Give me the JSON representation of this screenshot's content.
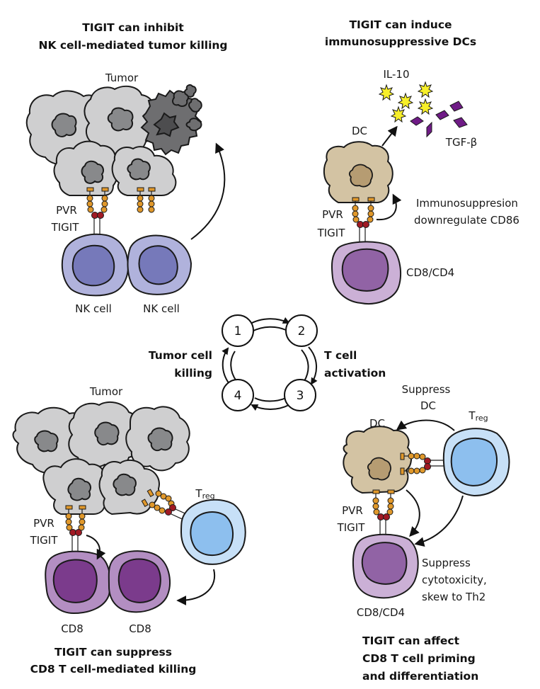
{
  "panels": {
    "nk": {
      "title_line1": "TIGIT can inhibit",
      "title_line2": "NK cell-mediated tumor killing",
      "tumor_label": "Tumor",
      "pvr_label": "PVR",
      "tigit_label": "TIGIT",
      "cell1_label": "NK cell",
      "cell2_label": "NK cell"
    },
    "dc": {
      "title_line1": "TIGIT can induce",
      "title_line2": "immunosuppressive DCs",
      "il10_label": "IL-10",
      "tgfb_label": "TGF-β",
      "dc_label": "DC",
      "pvr_label": "PVR",
      "tigit_label": "TIGIT",
      "effect_line1": "Immunosuppresion",
      "effect_line2": "downregulate CD86",
      "tcell_label": "CD8/CD4"
    },
    "cd8": {
      "title_line1": "TIGIT can suppress",
      "title_line2": "CD8 T cell-mediated killing",
      "tumor_label": "Tumor",
      "pvr_label": "PVR",
      "tigit_label": "TIGIT",
      "treg_label_main": "T",
      "treg_label_sub": "reg",
      "cell1_label": "CD8",
      "cell2_label": "CD8"
    },
    "priming": {
      "title_line1": "TIGIT can affect",
      "title_line2": "CD8 T cell priming",
      "title_line3": "and differentiation",
      "suppress_dc_line1": "Suppress",
      "suppress_dc_line2": "DC",
      "dc_label": "DC",
      "treg_label_main": "T",
      "treg_label_sub": "reg",
      "pvr_label": "PVR",
      "tigit_label": "TIGIT",
      "effect_line1": "Suppress",
      "effect_line2": "cytotoxicity,",
      "effect_line3": "skew to Th2",
      "tcell_label": "CD8/CD4"
    }
  },
  "cycle": {
    "steps": [
      "1",
      "2",
      "3",
      "4"
    ],
    "left_label_line1": "Tumor cell",
    "left_label_line2": "killing",
    "right_label_line1": "T cell",
    "right_label_line2": "activation"
  }
}
